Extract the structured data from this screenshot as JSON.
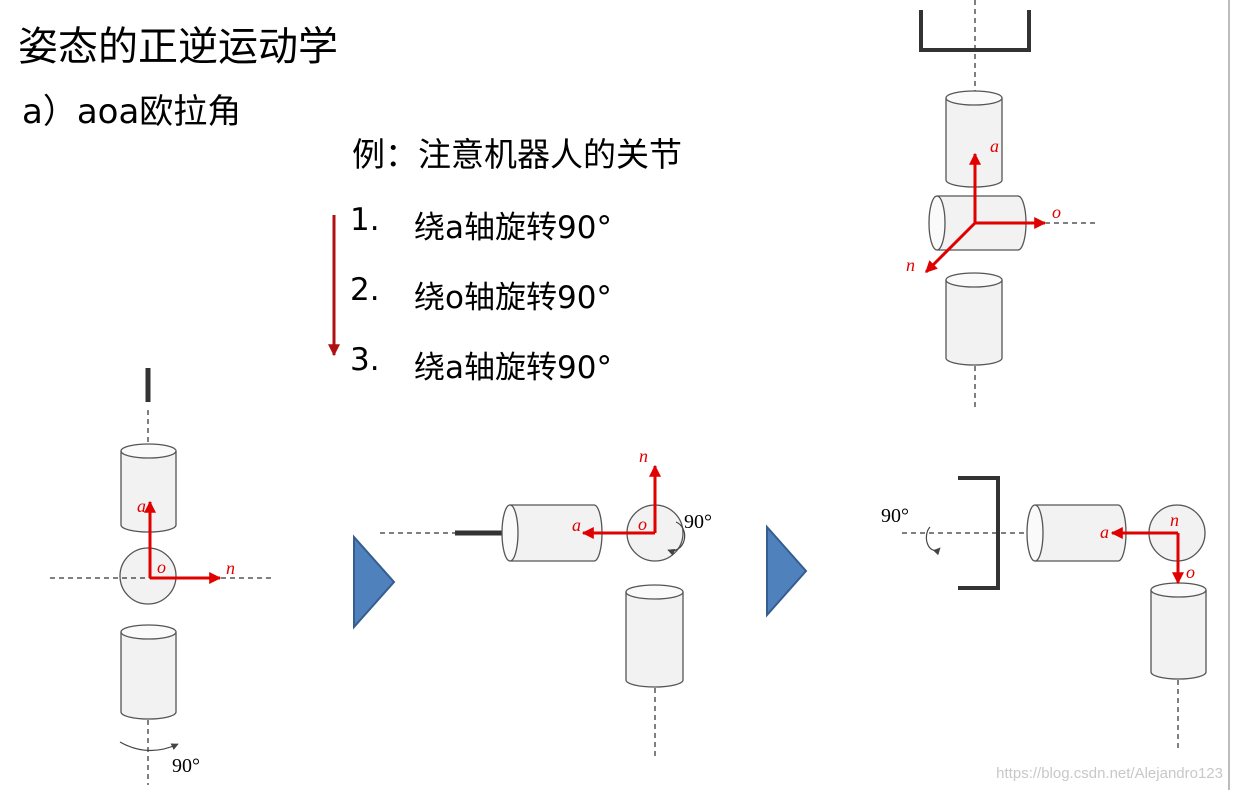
{
  "title": "姿态的正逆运动学",
  "subtitle": "a）aoa欧拉角",
  "example_heading": "例：注意机器人的关节",
  "steps": [
    {
      "num": "1.",
      "text": "绕a轴旋转90°"
    },
    {
      "num": "2.",
      "text": "绕o轴旋转90°"
    },
    {
      "num": "3.",
      "text": "绕a轴旋转90°"
    }
  ],
  "labels": {
    "a": "a",
    "o": "o",
    "n": "n",
    "deg": "90°"
  },
  "watermark": "https://blog.csdn.net/Alejandro123",
  "colors": {
    "axis": "#e00000",
    "arrow_down": "#b01010",
    "triangle": "#4f81bd",
    "triangle_edge": "#355d8f",
    "joint_fill": "#f2f2f2",
    "joint_stroke": "#555555"
  }
}
